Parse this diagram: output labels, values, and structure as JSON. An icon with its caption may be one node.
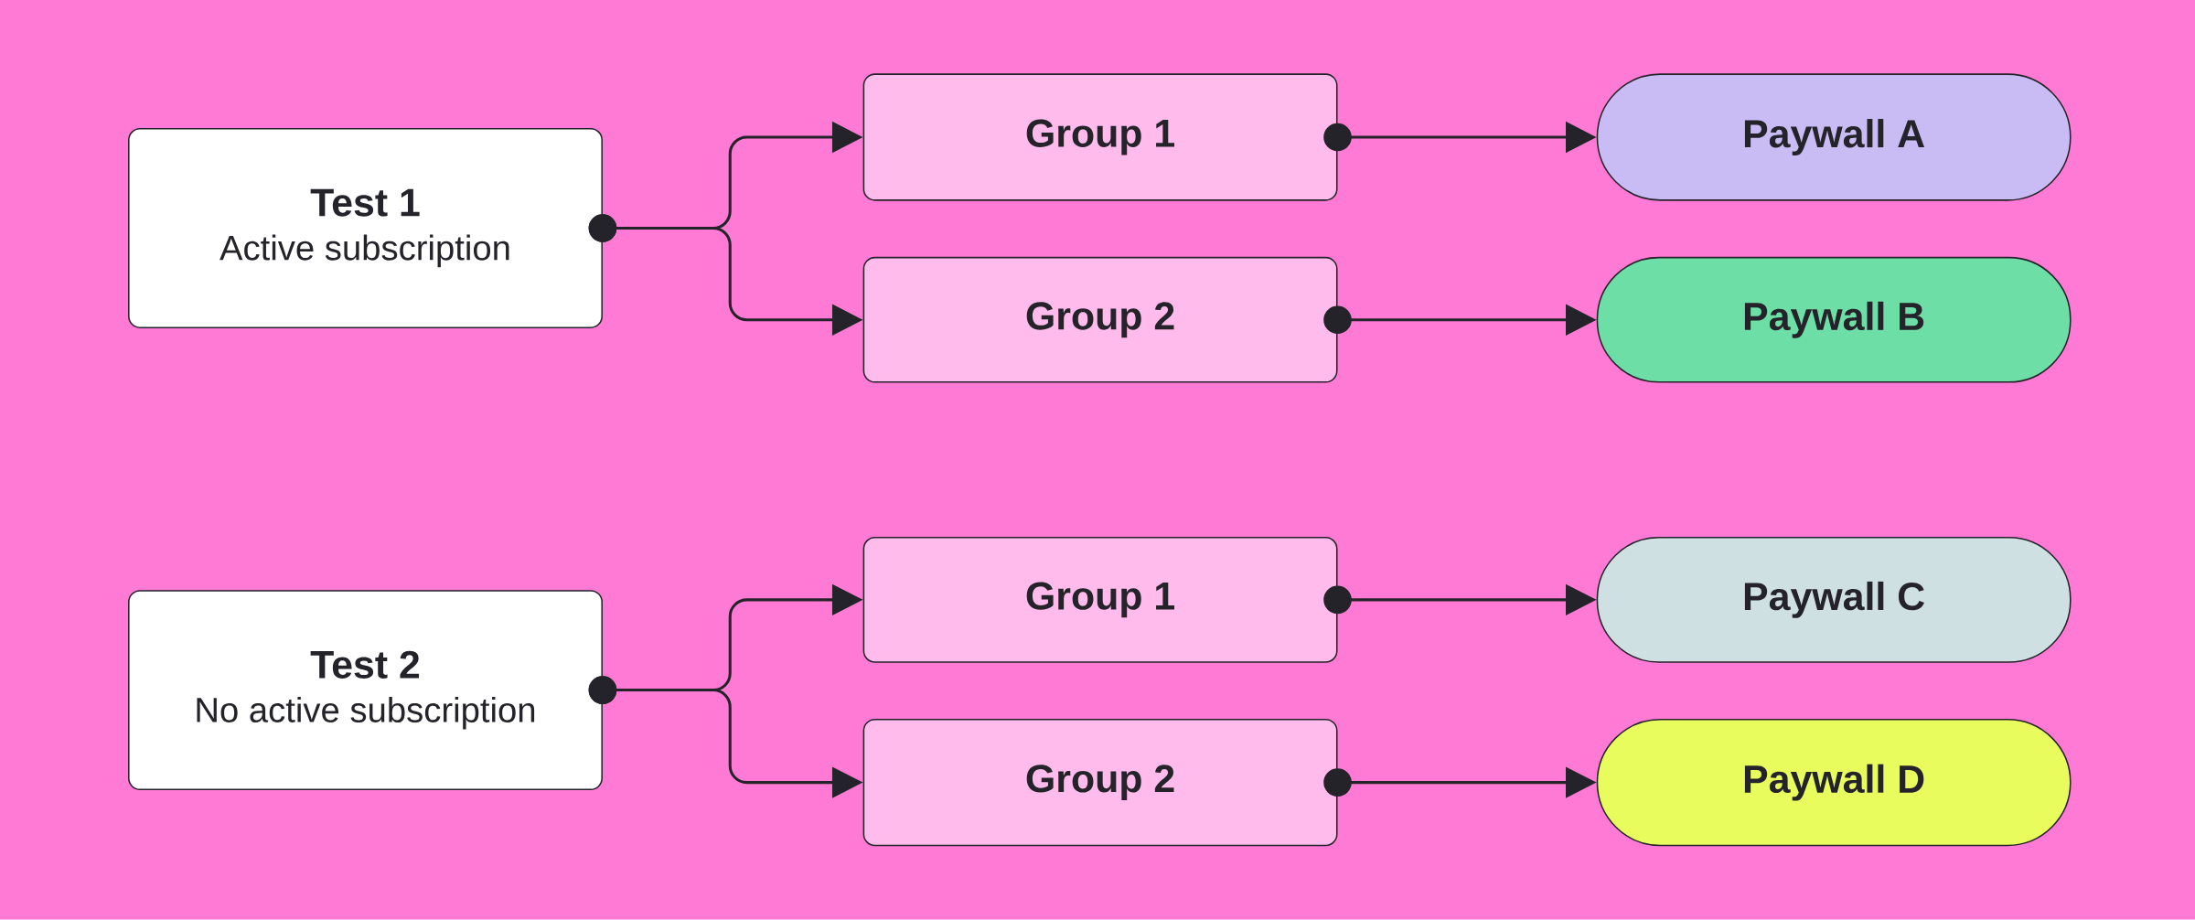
{
  "diagram": {
    "nodes": [
      {
        "text": [
          "Test 1",
          "Active subscription"
        ]
      },
      {
        "text": [
          "Group 1"
        ]
      },
      {
        "text": [
          "Group 2"
        ]
      },
      {
        "text": [
          "Paywall A"
        ]
      },
      {
        "text": [
          "Paywall B"
        ]
      },
      {
        "text": [
          "Test 2",
          "No active subscription"
        ]
      },
      {
        "text": [
          "Group 1"
        ]
      },
      {
        "text": [
          "Group 2"
        ]
      },
      {
        "text": [
          "Paywall C"
        ]
      },
      {
        "text": [
          "Paywall D"
        ]
      }
    ],
    "edges": [
      {
        "from": 0,
        "to": 1,
        "arrow": "to"
      },
      {
        "from": 0,
        "to": 2,
        "arrow": "to"
      },
      {
        "from": 1,
        "to": 3,
        "arrow": "to"
      },
      {
        "from": 2,
        "to": 4,
        "arrow": "to"
      },
      {
        "from": 5,
        "to": 6,
        "arrow": "to"
      },
      {
        "from": 5,
        "to": 7,
        "arrow": "to"
      },
      {
        "from": 6,
        "to": 8,
        "arrow": "to"
      },
      {
        "from": 7,
        "to": 9,
        "arrow": "to"
      }
    ]
  }
}
